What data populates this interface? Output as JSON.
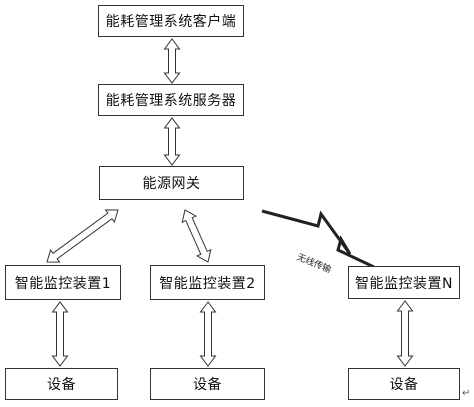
{
  "nodes": {
    "client": "能耗管理系统客户端",
    "server": "能耗管理系统服务器",
    "gateway": "能源网关",
    "device_1": "智能监控装置1",
    "device_2": "智能监控装置2",
    "device_n": "智能监控装置N",
    "equipment_1": "设备",
    "equipment_2": "设备",
    "equipment_n": "设备"
  },
  "wireless_label": "无线传输",
  "paragraph_mark": "↵"
}
